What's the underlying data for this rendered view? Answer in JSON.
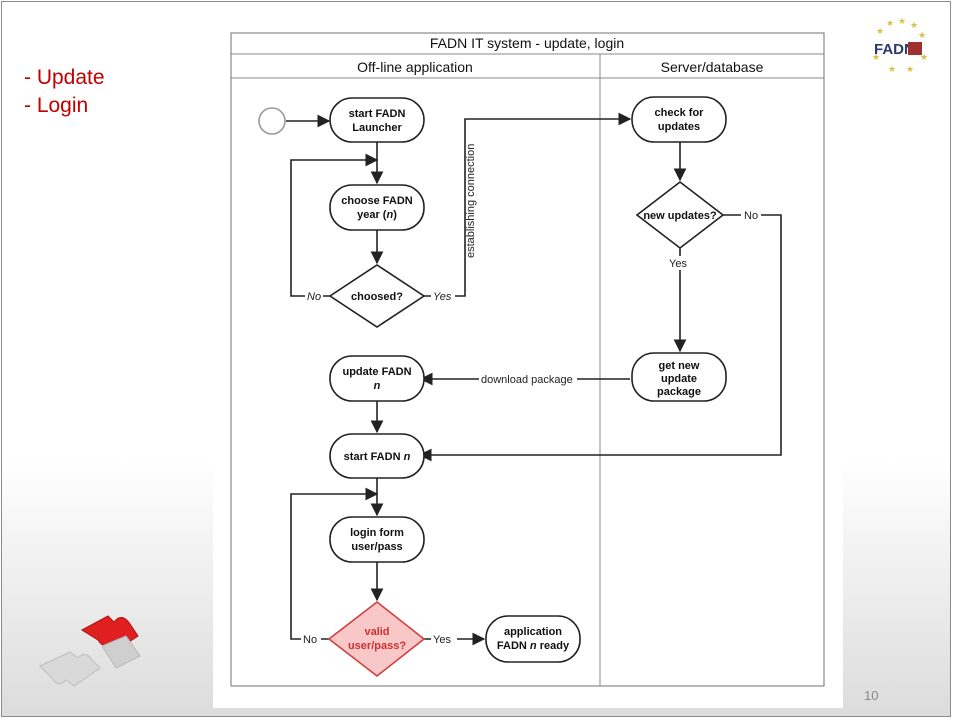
{
  "slide": {
    "bullets": [
      "- Update",
      "- Login"
    ],
    "page_number": "10",
    "logo_text": "FADN"
  },
  "diagram": {
    "title": "FADN IT system - update, login",
    "lanes": [
      "Off-line application",
      "Server/database"
    ],
    "nodes": {
      "start_launcher": [
        "start FADN",
        "Launcher"
      ],
      "choose_year": [
        "choose FADN",
        "year (",
        "n",
        ")"
      ],
      "choosed": "choosed?",
      "check_updates": [
        "check for",
        "updates"
      ],
      "new_updates": "new updates?",
      "get_package": [
        "get new",
        "update",
        "package"
      ],
      "update_fadn": [
        "update FADN",
        "n"
      ],
      "start_fadn": [
        "start FADN ",
        "n"
      ],
      "login_form": [
        "login form",
        "user/pass"
      ],
      "valid": [
        "valid",
        "user/pass?"
      ],
      "app_ready": [
        "application",
        "FADN ",
        "n",
        " ready"
      ]
    },
    "labels": {
      "no_choose": "No",
      "yes_choose": "Yes",
      "establishing": "establishing connection",
      "no_updates": "No",
      "yes_updates": "Yes",
      "download": "download package",
      "no_valid": "No",
      "yes_valid": "Yes"
    },
    "colors": {
      "valid_fill": "#f8c8c8",
      "valid_stroke": "#d04040",
      "valid_text": "#d03030"
    }
  }
}
